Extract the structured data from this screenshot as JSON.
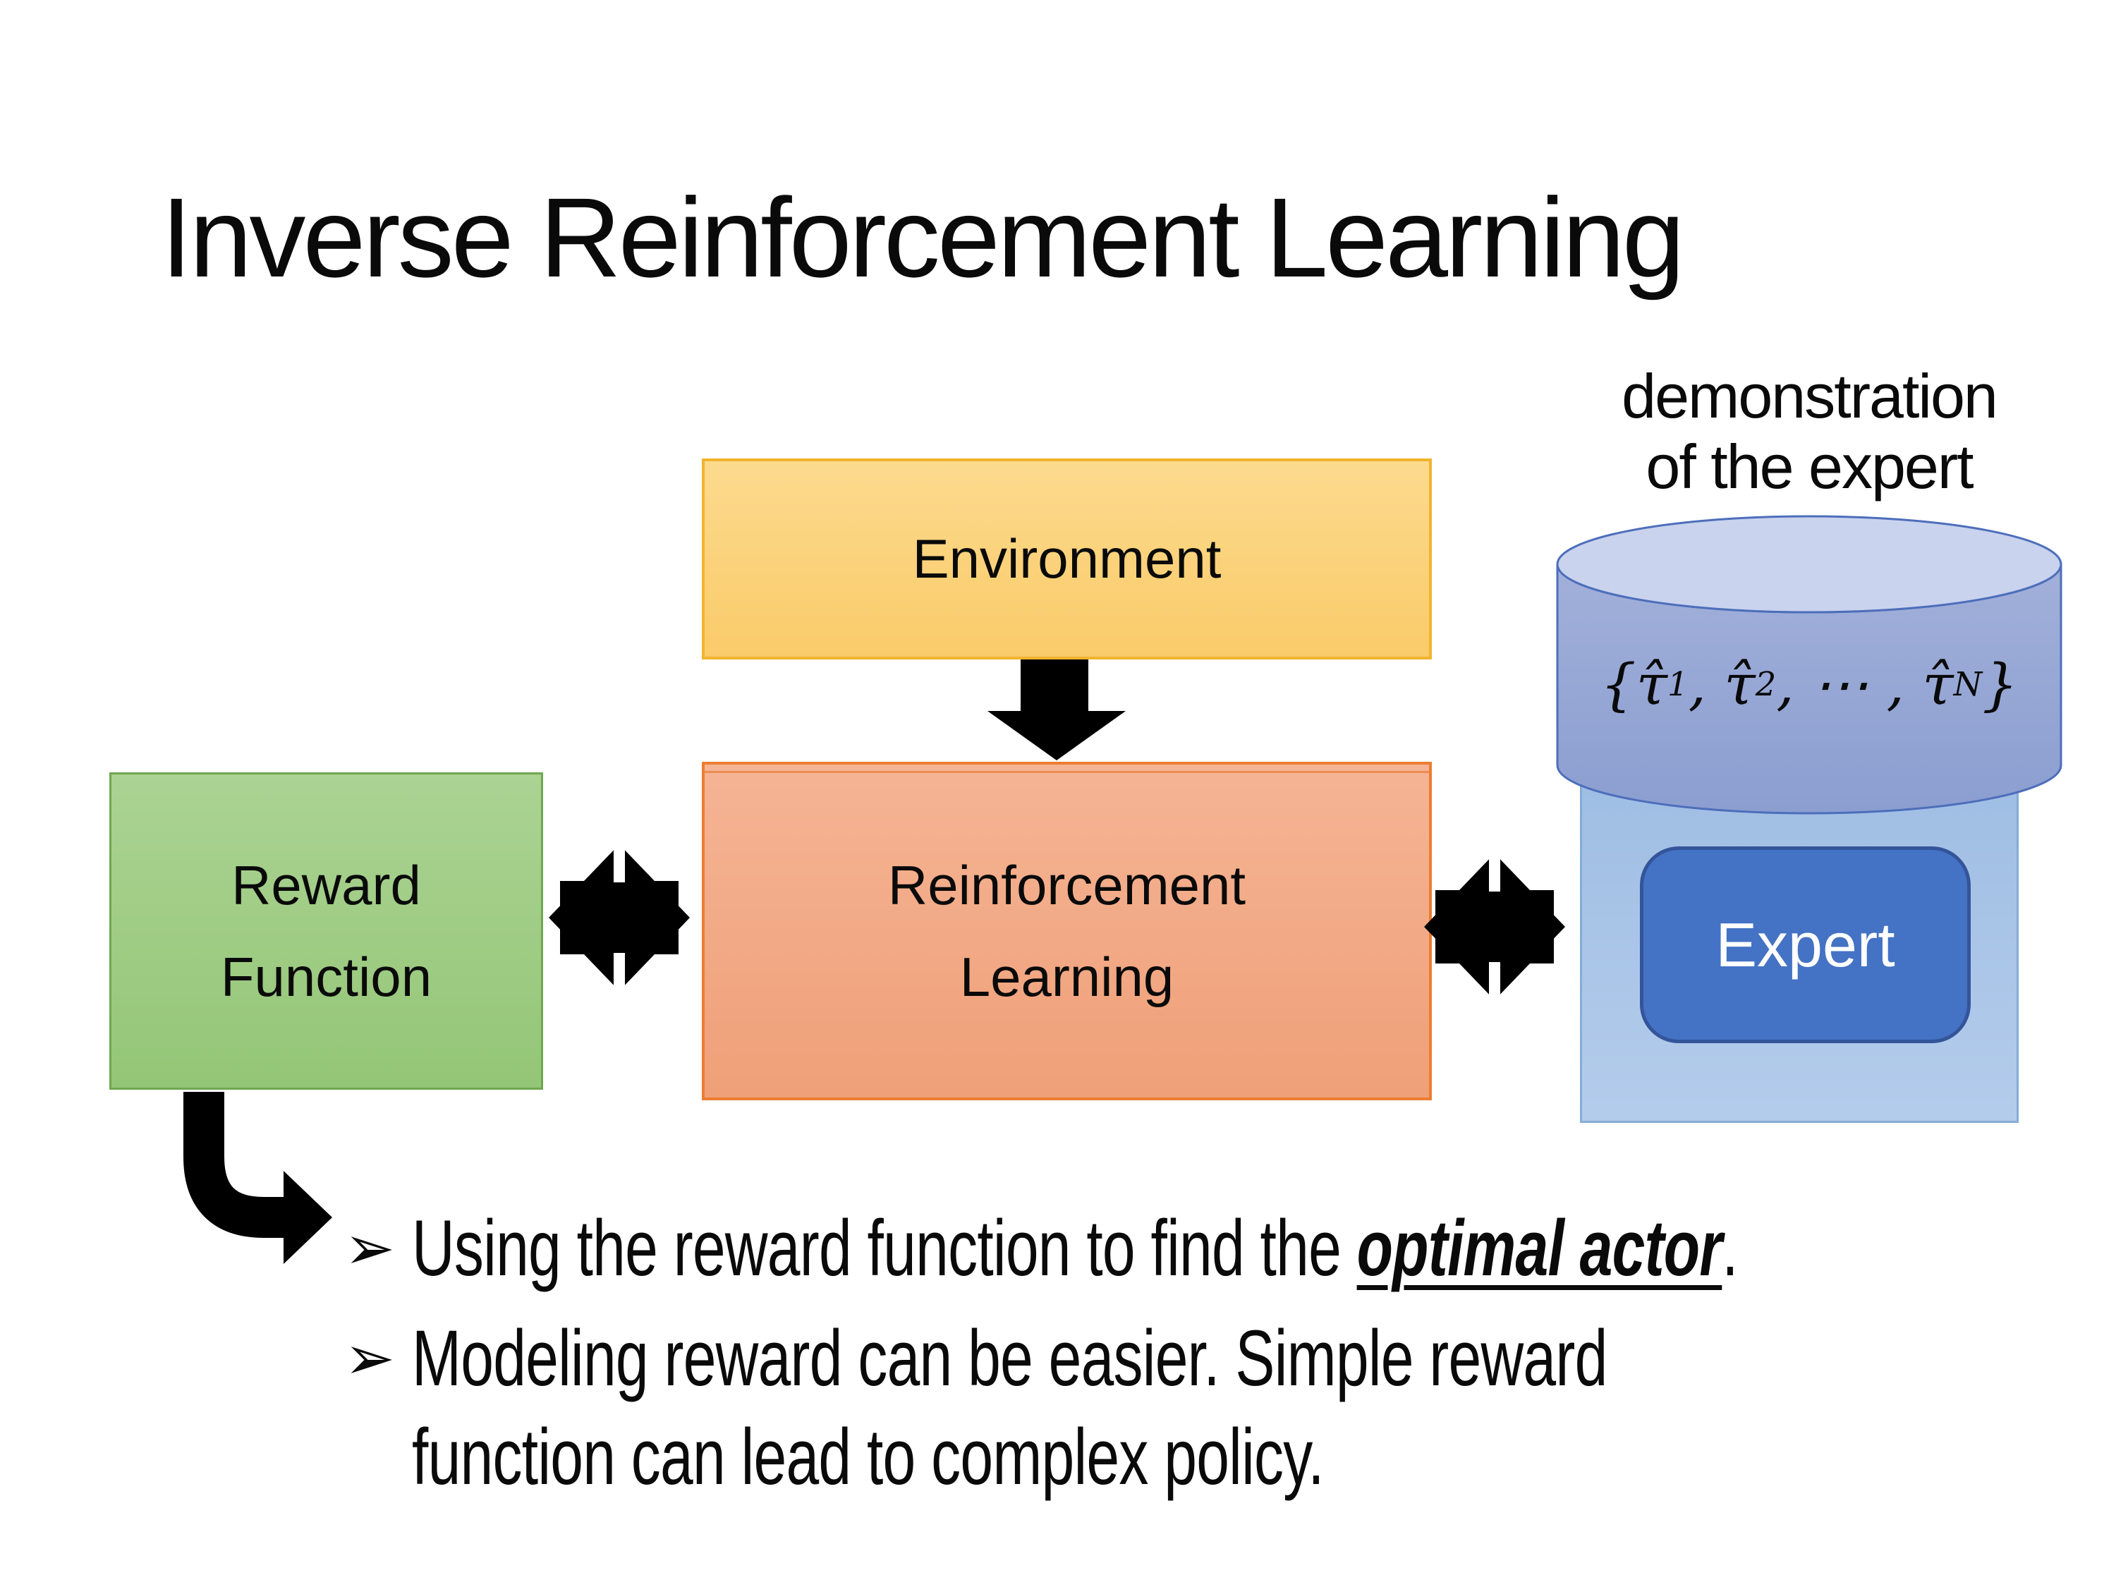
{
  "slide": {
    "title": "Inverse Reinforcement Learning"
  },
  "diagram": {
    "environment": {
      "label": "Environment"
    },
    "reward_function": {
      "label_line1": "Reward",
      "label_line2": "Function"
    },
    "reinforcement_learning": {
      "label_line1": "Reinforcement",
      "label_line2": "Learning"
    },
    "expert": {
      "label": "Expert"
    },
    "demonstration_caption": {
      "line1": "demonstration",
      "line2": "of the expert"
    },
    "trajectory_set": {
      "tokens": [
        {
          "text": "{"
        },
        {
          "text": "τ̂",
          "sub": "1"
        },
        {
          "text": ", "
        },
        {
          "text": "τ̂",
          "sub": "2"
        },
        {
          "text": ", ⋯ , "
        },
        {
          "text": "τ̂",
          "sub": "N"
        },
        {
          "text": "}"
        }
      ]
    }
  },
  "bullets": [
    {
      "marker": "➢",
      "prefix": "Using the reward function to find the ",
      "emphasis": "optimal actor",
      "suffix": "."
    },
    {
      "marker": "➢",
      "line1": "Modeling reward can be easier. Simple reward",
      "line2": "function can lead to complex policy."
    }
  ],
  "colors": {
    "env-fill-top": "#FCDA8E",
    "env-fill-bottom": "#FACB69",
    "env-border": "#F0B42F",
    "green-fill-top": "#ABD393",
    "green-fill-bottom": "#94C677",
    "green-border": "#6FA84F",
    "rl-fill-top": "#F5B495",
    "rl-fill-bottom": "#EFA078",
    "rl-border": "#ED7D31",
    "rl-seam": "#EC8C52",
    "container-fill-top": "#9FBEE3",
    "container-fill-bottom": "#B4CCEC",
    "container-border": "#85ACD6",
    "expert-fill": "#4472C4",
    "expert-border": "#34549A",
    "expert-text": "#FFFFFF",
    "cyl-body-top": "#A2B0DA",
    "cyl-body-bottom": "#8B9ED0",
    "cyl-top-fill": "#C9D3ED",
    "cyl-border": "#4D6EBB",
    "arrow-black": "#000000"
  }
}
